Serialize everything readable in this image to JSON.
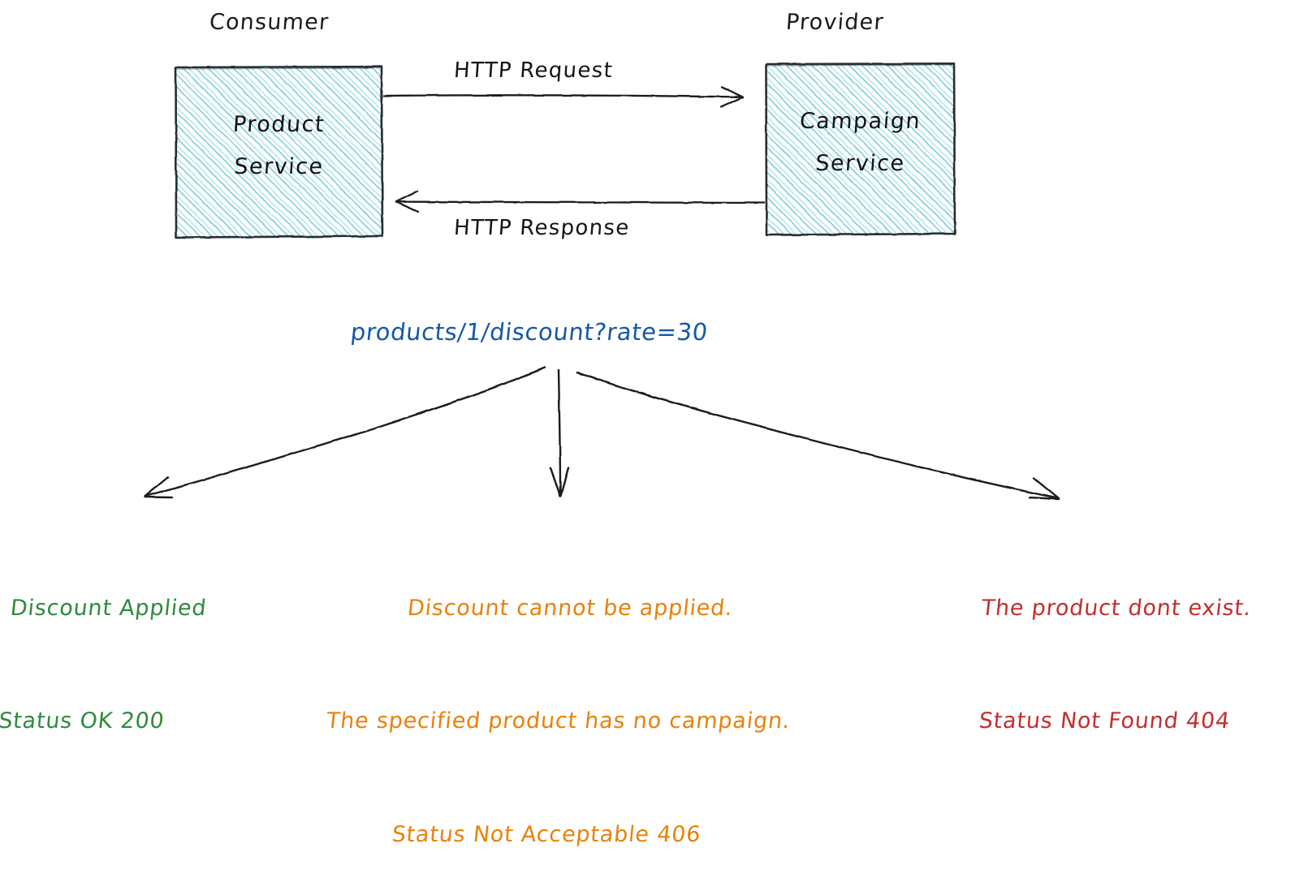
{
  "diagram": {
    "title_hidden": "",
    "style": "hand-drawn excalidraw",
    "colors": {
      "box_fill_hatch": "#74c8d9",
      "box_stroke": "#1e2a2e",
      "ink": "#141414",
      "url_blue": "#1558a8",
      "success_green": "#2e8b3d",
      "warning_orange": "#e8820c",
      "error_red": "#c32f2f",
      "background": "#ffffff"
    },
    "roles": {
      "consumer": "Consumer",
      "provider": "Provider"
    },
    "nodes": [
      {
        "id": "product-service",
        "label_line1": "Product",
        "label_line2": "Service",
        "role": "Consumer"
      },
      {
        "id": "campaign-service",
        "label_line1": "Campaign",
        "label_line2": "Service",
        "role": "Provider"
      }
    ],
    "edges": [
      {
        "id": "request",
        "label": "HTTP Request",
        "from": "product-service",
        "to": "campaign-service"
      },
      {
        "id": "response",
        "label": "HTTP Response",
        "from": "campaign-service",
        "to": "product-service"
      }
    ],
    "request_url": "products/1/discount?rate=30",
    "outcomes": [
      {
        "id": "success",
        "color": "green",
        "lines": [
          "Discount Applied",
          "Status OK 200"
        ],
        "status_code": "200",
        "status_text": "OK"
      },
      {
        "id": "not-acceptable",
        "color": "orange",
        "lines": [
          "Discount cannot be applied.",
          "The specified product has no campaign.",
          "Status Not Acceptable 406"
        ],
        "status_code": "406",
        "status_text": "Not Acceptable"
      },
      {
        "id": "not-found",
        "color": "red",
        "lines": [
          "The product dont exist.",
          "Status Not Found 404"
        ],
        "status_code": "404",
        "status_text": "Not Found"
      }
    ]
  }
}
